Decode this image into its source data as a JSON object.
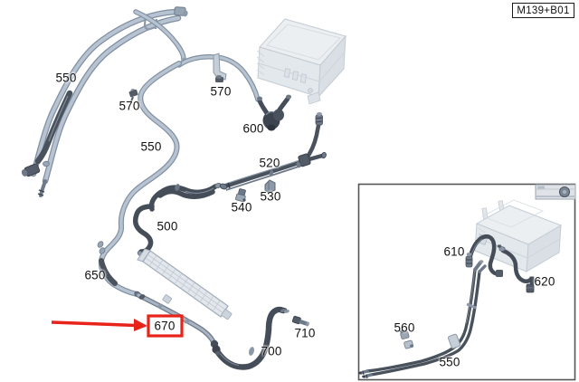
{
  "header": {
    "model_code": "M139+B01"
  },
  "main_view": {
    "part_labels": [
      {
        "id": "550-left",
        "text": "550"
      },
      {
        "id": "570-left",
        "text": "570"
      },
      {
        "id": "570-right",
        "text": "570"
      },
      {
        "id": "600",
        "text": "600"
      },
      {
        "id": "550-mid",
        "text": "550"
      },
      {
        "id": "520",
        "text": "520"
      },
      {
        "id": "530",
        "text": "530"
      },
      {
        "id": "540",
        "text": "540"
      },
      {
        "id": "500",
        "text": "500"
      },
      {
        "id": "650",
        "text": "650"
      },
      {
        "id": "670",
        "text": "670",
        "highlighted": true
      },
      {
        "id": "700",
        "text": "700"
      },
      {
        "id": "710",
        "text": "710"
      }
    ],
    "callout": {
      "target_part": "670",
      "color": "#e8231a",
      "style": "arrow-and-box"
    }
  },
  "inset_view": {
    "part_labels": [
      {
        "id": "610",
        "text": "610"
      },
      {
        "id": "620",
        "text": "620"
      },
      {
        "id": "560",
        "text": "560"
      },
      {
        "id": "550-inset",
        "text": "550"
      }
    ],
    "thumbnail_icon": "cockpit-location-icon"
  },
  "colors": {
    "background": "#ffffff",
    "hose_light": "#b7c3d1",
    "hose_light_edge": "#7f8fa1",
    "hose_dark": "#454d59",
    "component_fill": "#eaedf1",
    "component_edge": "#c3cbd3",
    "callout_red": "#e8231a",
    "inset_border": "#555555"
  }
}
